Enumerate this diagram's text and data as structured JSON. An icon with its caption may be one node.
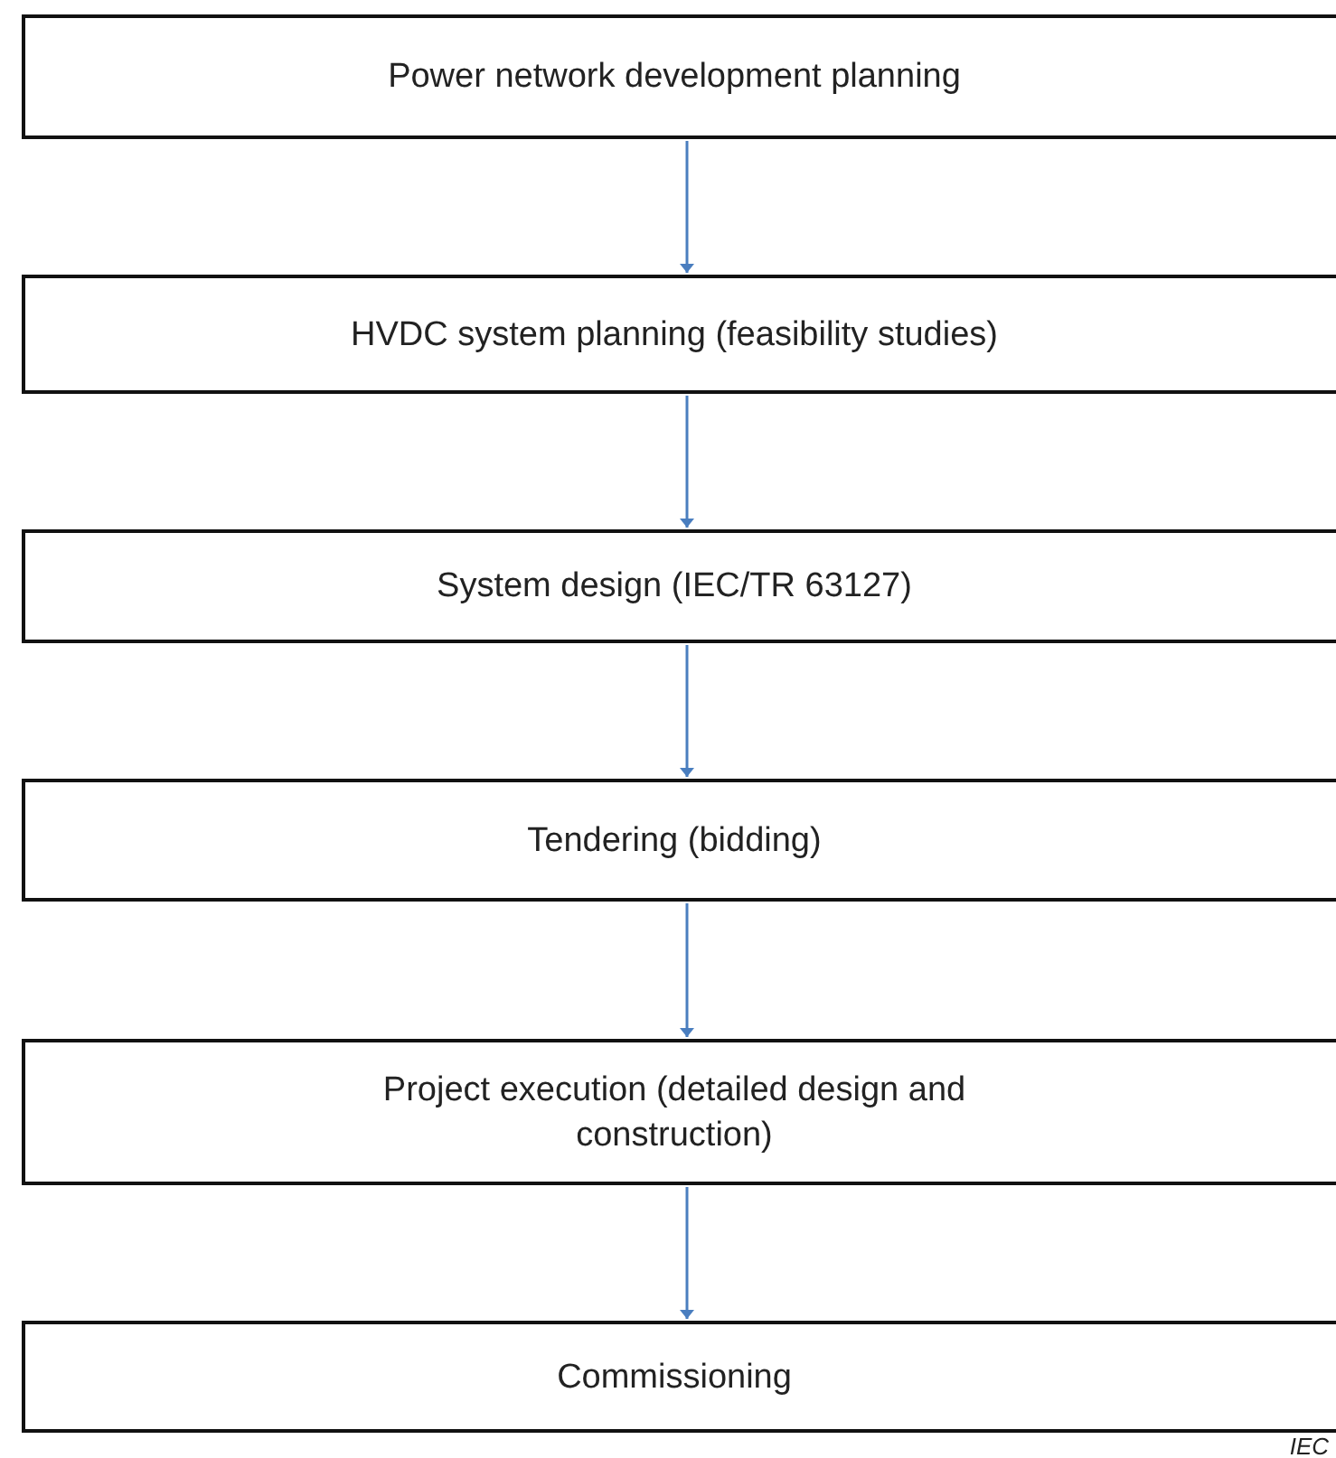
{
  "diagram": {
    "nodes": [
      {
        "text": [
          "Power network development planning"
        ]
      },
      {
        "text": [
          "HVDC system planning (feasibility studies)"
        ]
      },
      {
        "text": [
          "System design (IEC/TR 63127)"
        ]
      },
      {
        "text": [
          "Tendering (bidding)"
        ]
      },
      {
        "text": [
          "Project execution (detailed design and construction)"
        ]
      },
      {
        "text": [
          "Commissioning"
        ]
      }
    ],
    "edges": [
      {
        "from": 0,
        "to": 1,
        "arrow": "to"
      },
      {
        "from": 1,
        "to": 2,
        "arrow": "to"
      },
      {
        "from": 2,
        "to": 3,
        "arrow": "to"
      },
      {
        "from": 3,
        "to": 4,
        "arrow": "to"
      },
      {
        "from": 4,
        "to": 5,
        "arrow": "to"
      }
    ],
    "labels": [
      "IEC"
    ]
  }
}
